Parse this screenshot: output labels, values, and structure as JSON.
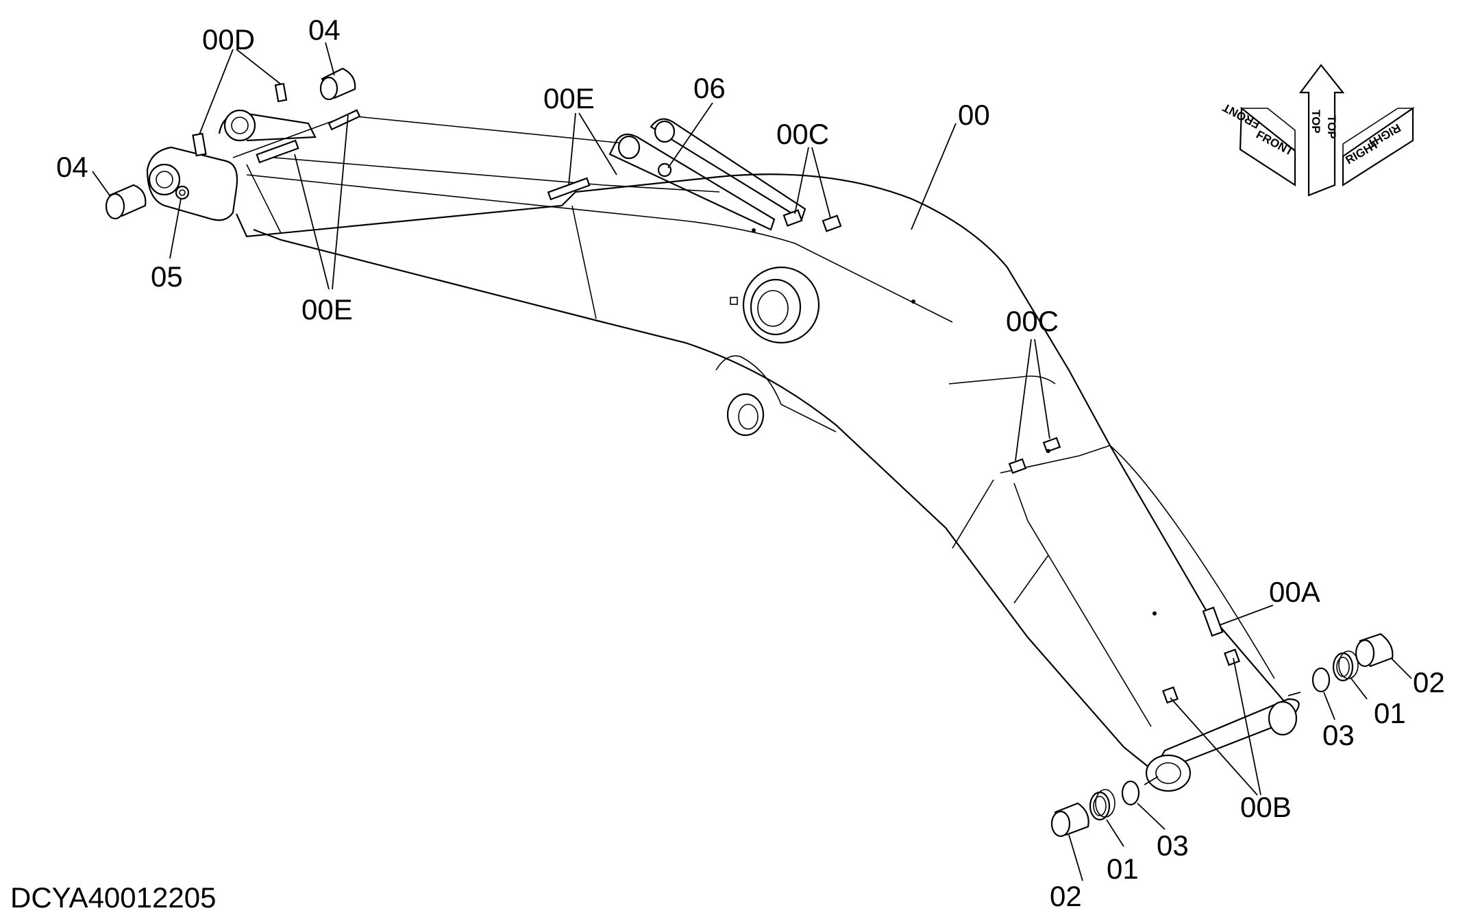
{
  "drawing_id": "DCYA40012205",
  "orientation_labels": {
    "top": "TOP",
    "front": "FRONT",
    "right": "RIGHT"
  },
  "part_labels": {
    "p00": "00",
    "p00A": "00A",
    "p00B": "00B",
    "p00C_a": "00C",
    "p00C_b": "00C",
    "p00D": "00D",
    "p00E_a": "00E",
    "p00E_b": "00E",
    "p01_a": "01",
    "p01_b": "01",
    "p02_a": "02",
    "p02_b": "02",
    "p03_a": "03",
    "p03_b": "03",
    "p04_a": "04",
    "p04_b": "04",
    "p05": "05",
    "p06": "06"
  }
}
